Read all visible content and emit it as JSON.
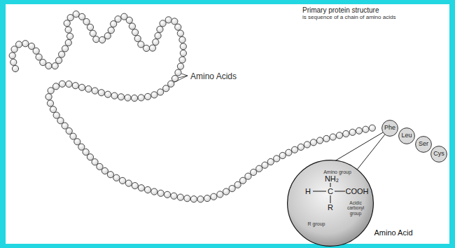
{
  "diagram": {
    "title": "Primary protein structure",
    "nodes": [
      {
        "text": [
          "Phe"
        ]
      },
      {
        "text": [
          "Leu"
        ]
      },
      {
        "text": [
          "Ser"
        ]
      },
      {
        "text": [
          "Cys"
        ]
      },
      {
        "text": [
          "Amino Acid",
          "Amino group",
          "NH₂",
          "H",
          "C",
          "COOH",
          "R",
          "Acidic carboxyl group",
          "R group"
        ]
      }
    ],
    "edges": [
      {
        "from": 0,
        "to": 4,
        "arrow": "none"
      }
    ],
    "labels": [
      "is sequence of a chain of amino acids",
      "Amino Acids"
    ]
  }
}
